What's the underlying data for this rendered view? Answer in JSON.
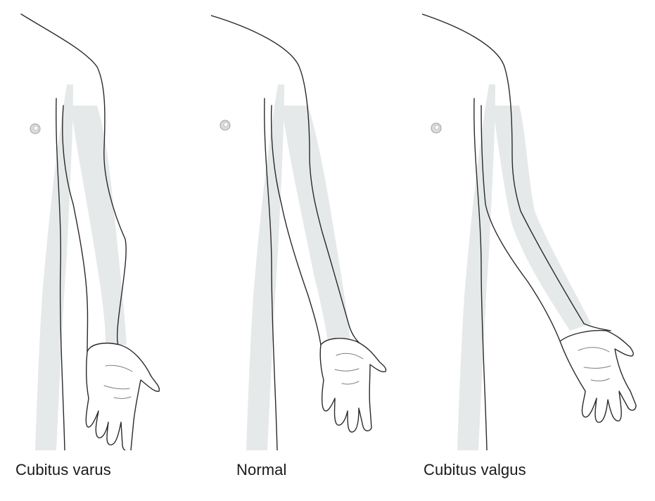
{
  "figure": {
    "panels": [
      {
        "id": "varus",
        "caption": "Cubitus varus"
      },
      {
        "id": "normal",
        "caption": "Normal"
      },
      {
        "id": "valgus",
        "caption": "Cubitus valgus"
      }
    ],
    "colors": {
      "outline": "#2a2a2a",
      "shadow": "#e6e9ea",
      "background": "#ffffff",
      "caption_text": "#1a1a1a"
    }
  }
}
